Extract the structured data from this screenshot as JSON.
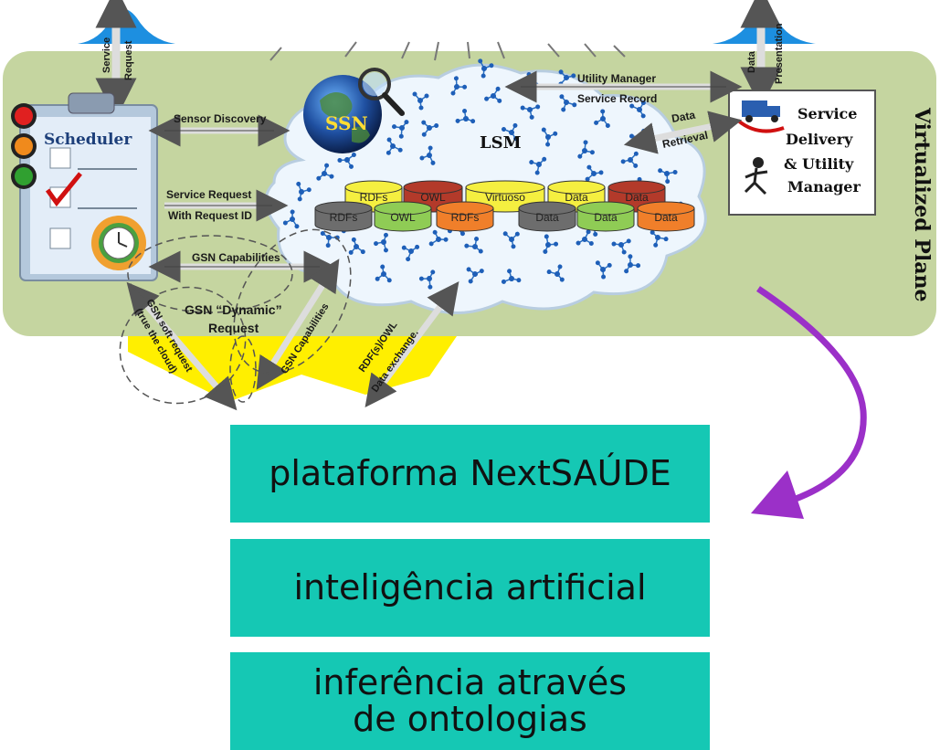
{
  "diagram": {
    "plane_label": "Virtualized Plane",
    "scheduler_label": "Scheduler",
    "ssn_label": "SSN",
    "lsm_label": "LSM",
    "manager_lines": [
      "Service",
      "Delivery",
      "& Utility",
      "Manager"
    ],
    "top_left_arrow": [
      "Service",
      "Request"
    ],
    "top_right_arrow": [
      "Data",
      "Presentation"
    ],
    "labels": {
      "sensor_discovery": "Sensor Discovery",
      "service_request": "Service Request",
      "with_request_id": "With Request ID",
      "gsn_capabilities_h": "GSN Capabilities",
      "gsn_dynamic_1": "GSN “Dynamic”",
      "gsn_dynamic_2": "Request",
      "gsn_soft_1": "GSN soft request",
      "gsn_soft_2": "(true the cloud)",
      "gsn_capabilities_diag": "GSN Capabilities",
      "rdf_owl": "RDF(s)/OWL",
      "data_exchange": "Data exchange.",
      "utility_manager": "Utility Manager",
      "service_record": "Service Record",
      "data": "Data",
      "retrieval": "Retrieval"
    },
    "db_back": [
      "RDFs",
      "OWL",
      "Virtuoso",
      "Data",
      "Data"
    ],
    "db_front": [
      "RDFs",
      "OWL",
      "RDFs",
      "Data",
      "Data",
      "Data"
    ],
    "colors": {
      "plane": "#c5d5a0",
      "box": "#15c8b4",
      "curve_arrow": "#9b30c8",
      "yellow": "#ffef00",
      "db_yellow": "#f5ef40",
      "db_red": "#b33a2a",
      "db_grey": "#6d6d6d",
      "db_green": "#8fcc55",
      "db_orange": "#f07f2a"
    }
  },
  "boxes": [
    {
      "text": "plataforma NextSAÚDE"
    },
    {
      "text": "inteligência artificial"
    },
    {
      "text": "inferência através\n de ontologias"
    }
  ]
}
